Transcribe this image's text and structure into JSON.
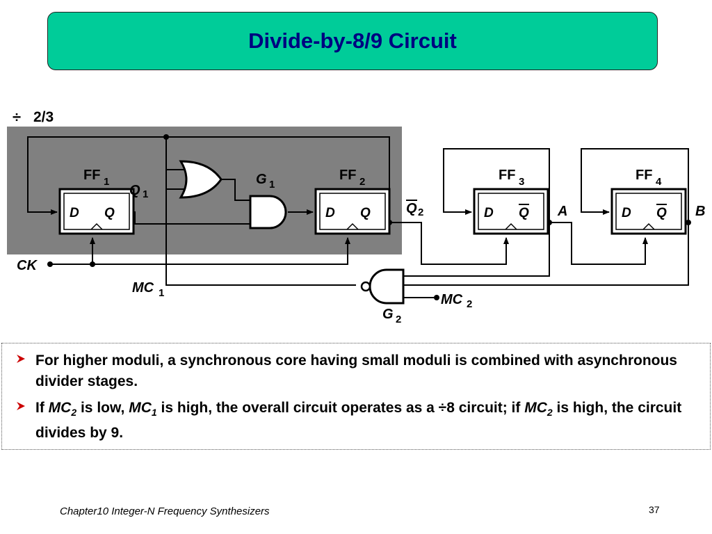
{
  "slide": {
    "title": "Divide-by-8/9 Circuit",
    "footer": "Chapter10 Integer-N Frequency Synthesizers",
    "page_number": "37"
  },
  "diagram": {
    "core_label": "2/3",
    "core_label_symbol": "÷",
    "ff1": "FF",
    "ff1_sub": "1",
    "ff2": "FF",
    "ff2_sub": "2",
    "ff3": "FF",
    "ff3_sub": "3",
    "ff4": "FF",
    "ff4_sub": "4",
    "pin_d": "D",
    "pin_q": "Q",
    "pin_qbar": "Q",
    "q1": "Q",
    "q1_sub": "1",
    "q2bar": "Q",
    "q2bar_sub": "2",
    "g1": "G",
    "g1_sub": "1",
    "g2": "G",
    "g2_sub": "2",
    "node_a": "A",
    "node_b": "B",
    "clock": "CK",
    "mc1": "MC",
    "mc1_sub": "1",
    "mc2": "MC",
    "mc2_sub": "2",
    "core_fill": "#808080"
  },
  "notes": {
    "bullet1": "For higher moduli, a synchronous core having small moduli is combined with asynchronous divider stages.",
    "bullet2": {
      "p1": "If ",
      "mc2a": "MC",
      "sub2a": "2",
      "p2": " is low, ",
      "mc1": "MC",
      "sub1": "1",
      "p3": " is high, the overall circuit operates as a ÷8 circuit; if ",
      "mc2b": "MC",
      "sub2b": "2",
      "p4": " is high, the circuit divides by 9."
    }
  },
  "colors": {
    "title_fill": "#00cc99",
    "title_text": "#000080",
    "bullet_arrow": "#cc0000"
  }
}
